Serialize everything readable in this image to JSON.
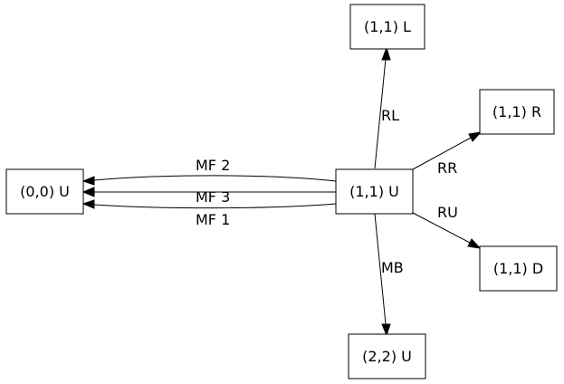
{
  "nodes": {
    "n00u": "(0,0) U",
    "n11u": "(1,1) U",
    "n11l": "(1,1) L",
    "n11r": "(1,1) R",
    "n11d": "(1,1) D",
    "n22u": "(2,2) U"
  },
  "edges": {
    "mf2": "MF 2",
    "mf3": "MF 3",
    "mf1": "MF 1",
    "rl": "RL",
    "rr": "RR",
    "ru": "RU",
    "mb": "MB"
  }
}
